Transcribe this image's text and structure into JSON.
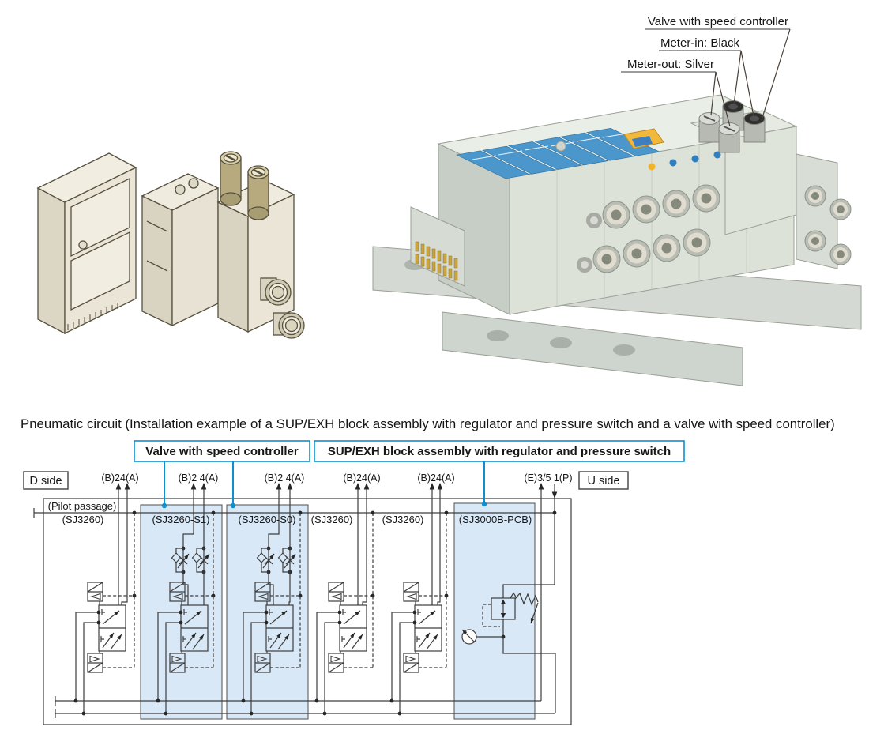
{
  "photo_annotations": {
    "valve_with_speed_controller": "Valve with speed controller",
    "meter_in": "Meter-in: Black",
    "meter_out": "Meter-out: Silver"
  },
  "caption": "Pneumatic circuit (Installation example of a SUP/EXH block assembly with regulator and pressure switch and a valve with speed controller)",
  "circuit": {
    "callouts": {
      "valve_speed_controller": "Valve with speed controller",
      "sup_exh_block": "SUP/EXH block assembly with regulator and pressure switch"
    },
    "d_side": "D side",
    "u_side": "U side",
    "pilot_passage_label": "(Pilot passage)",
    "stations": [
      {
        "port_label": "(B)24(A)",
        "name": "(SJ3260)",
        "speed_controller": false,
        "highlighted": false
      },
      {
        "port_label": "(B)2 4(A)",
        "name": "(SJ3260-S1)",
        "speed_controller": true,
        "highlighted": true
      },
      {
        "port_label": "(B)2 4(A)",
        "name": "(SJ3260-S0)",
        "speed_controller": true,
        "highlighted": true
      },
      {
        "port_label": "(B)24(A)",
        "name": "(SJ3260)",
        "speed_controller": false,
        "highlighted": false
      },
      {
        "port_label": "(B)24(A)",
        "name": "(SJ3260)",
        "speed_controller": false,
        "highlighted": false
      }
    ],
    "sup_exh": {
      "port_label": "(E)3/5 1(P)",
      "name": "(SJ3000B-PCB)",
      "highlighted": true
    },
    "colors": {
      "callout_blue": "#0e8fcd",
      "highlight_fill": "#d9e8f6",
      "line": "#3d3d3d"
    }
  }
}
